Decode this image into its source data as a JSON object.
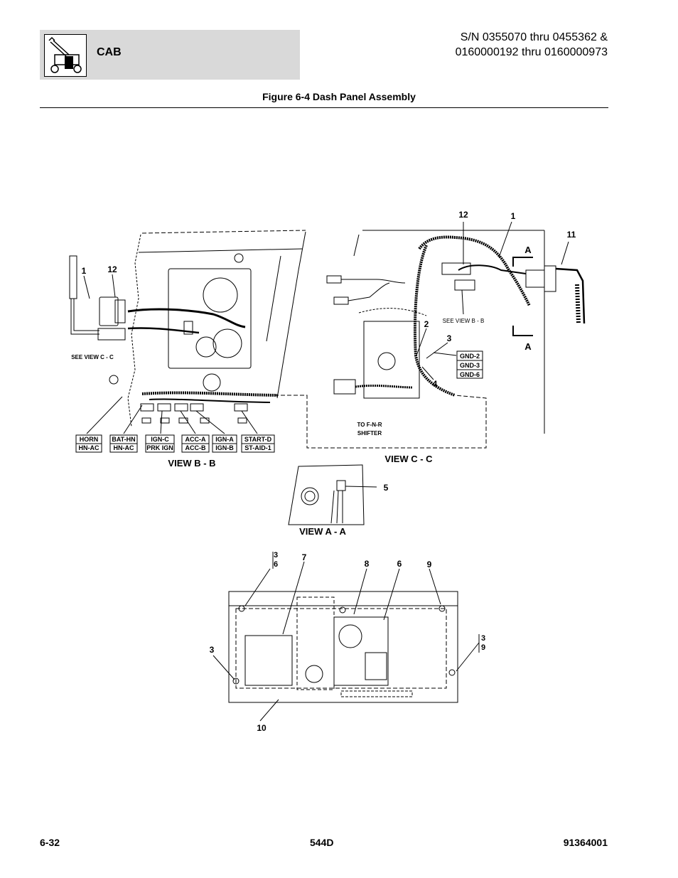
{
  "header": {
    "section": "CAB",
    "serial_line1": "S/N 0355070 thru 0455362 &",
    "serial_line2": "0160000192 thru 0160000973",
    "logo_icon": "telehandler-icon"
  },
  "figure": {
    "title": "Figure 6-4 Dash Panel Assembly"
  },
  "views": {
    "view_b": "VIEW B - B",
    "view_c": "VIEW C - C",
    "view_a": "VIEW A - A",
    "see_view_cc": "SEE VIEW C - C",
    "see_view_bb": "SEE VIEW B - B",
    "section_a": "A",
    "to_fnr_line1": "TO F-N-R",
    "to_fnr_line2": "SHIFTER"
  },
  "wire_tags": [
    {
      "top": "HORN",
      "bottom": "HN-AC"
    },
    {
      "top": "BAT-HN",
      "bottom": "HN-AC"
    },
    {
      "top": "IGN-C",
      "bottom": "PRK IGN"
    },
    {
      "top": "ACC-A",
      "bottom": "ACC-B"
    },
    {
      "top": "IGN-A",
      "bottom": "IGN-B"
    },
    {
      "top": "START-D",
      "bottom": "ST-AID-1"
    }
  ],
  "ground_tags": [
    "GND-2",
    "GND-3",
    "GND-6"
  ],
  "callouts": {
    "b1": "1",
    "b12": "12",
    "c12": "12",
    "c1": "1",
    "c11": "11",
    "c2": "2",
    "c3": "3",
    "c4": "4",
    "a5": "5",
    "p36": "3\n6",
    "p7": "7",
    "p8": "8",
    "p6": "6",
    "p9": "9",
    "p3": "3",
    "p39": "3\n9",
    "p10": "10"
  },
  "footer": {
    "page": "6-32",
    "model": "544D",
    "doc_number": "91364001"
  }
}
